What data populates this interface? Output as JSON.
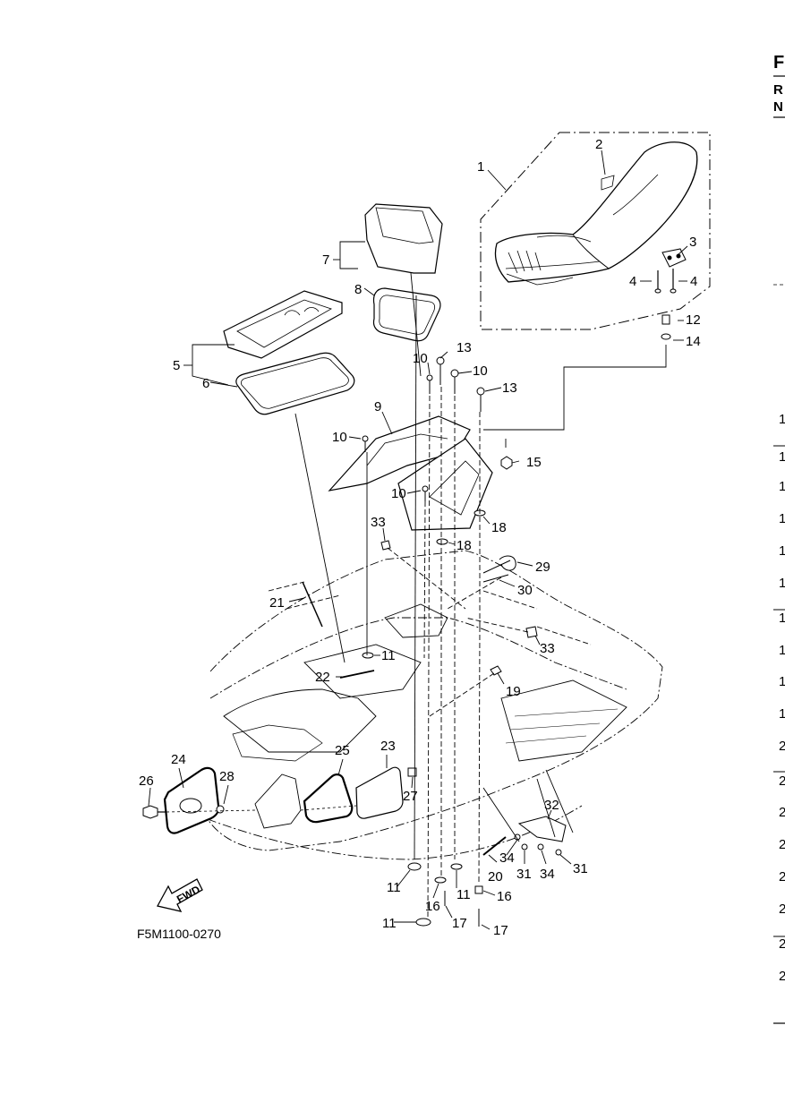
{
  "header": {
    "letter_top": "F",
    "letter_r": "R",
    "letter_n": "N"
  },
  "figure_code": "F5M1100-0270",
  "fwd_arrow_text": "FWD",
  "callouts": {
    "p1": "1",
    "p2": "2",
    "p3": "3",
    "p4a": "4",
    "p4b": "4",
    "p5": "5",
    "p6": "6",
    "p7": "7",
    "p8": "8",
    "p9": "9",
    "p10a": "10",
    "p10b": "10",
    "p10c": "10",
    "p10d": "10",
    "p11a": "11",
    "p11b": "11",
    "p11c": "11",
    "p11d": "11",
    "p12": "12",
    "p13a": "13",
    "p13b": "13",
    "p14": "14",
    "p15": "15",
    "p16a": "16",
    "p16b": "16",
    "p17a": "17",
    "p17b": "17",
    "p18a": "18",
    "p18b": "18",
    "p19": "19",
    "p20": "20",
    "p21": "21",
    "p22": "22",
    "p23": "23",
    "p24": "24",
    "p25": "25",
    "p26": "26",
    "p27": "27",
    "p28": "28",
    "p29": "29",
    "p30": "30",
    "p31a": "31",
    "p31b": "31",
    "p32": "32",
    "p33a": "33",
    "p33b": "33",
    "p34a": "34",
    "p34b": "34"
  },
  "row_marks": [
    "1",
    "1",
    "1",
    "1",
    "1",
    "1",
    "1",
    "1",
    "1",
    "1",
    "2",
    "2",
    "2",
    "2",
    "2",
    "2",
    "2",
    "2"
  ]
}
